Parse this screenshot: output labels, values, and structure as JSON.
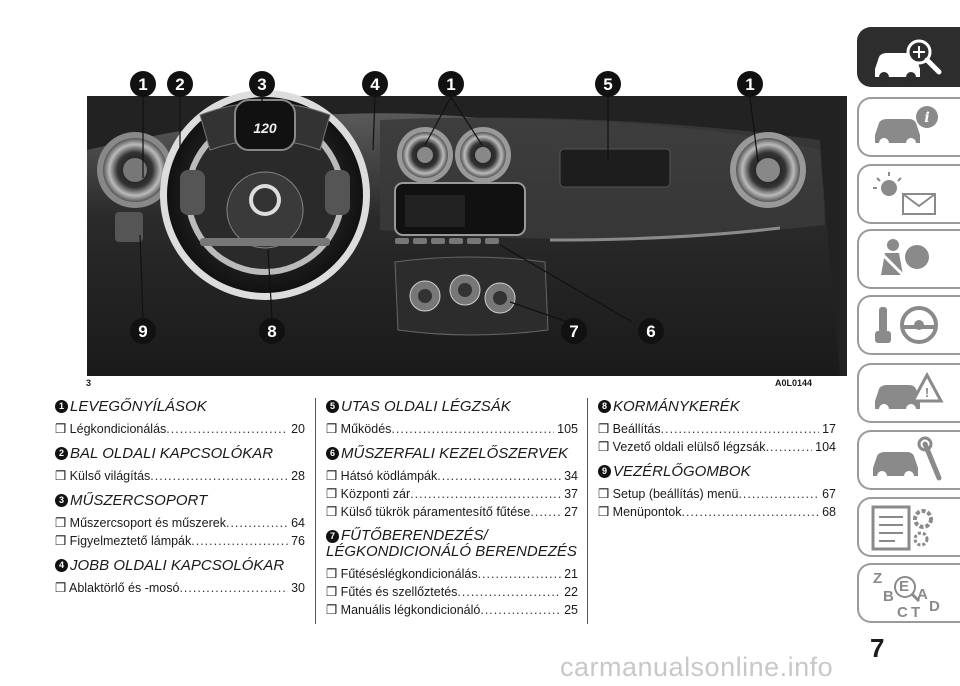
{
  "figure": {
    "number": "3",
    "code": "A0L0144",
    "callouts": [
      "1",
      "2",
      "3",
      "4",
      "1",
      "5",
      "1",
      "9",
      "8",
      "7",
      "6"
    ],
    "cluster_readout": "120"
  },
  "sections": [
    {
      "num": "1",
      "title": "LEVEGŐNYÍLÁSOK",
      "items": [
        {
          "label": "❒ Légkondicionálás",
          "page": "20"
        }
      ]
    },
    {
      "num": "2",
      "title": "BAL OLDALI KAPCSOLÓKAR",
      "items": [
        {
          "label": "❒ Külső világítás",
          "page": "28"
        }
      ]
    },
    {
      "num": "3",
      "title": "MŰSZERCSOPORT",
      "items": [
        {
          "label": "❒ Műszercsoport és műszerek",
          "page": "64"
        },
        {
          "label": "❒ Figyelmeztető lámpák",
          "page": "76"
        }
      ]
    },
    {
      "num": "4",
      "title": "JOBB OLDALI KAPCSOLÓKAR",
      "items": [
        {
          "label": "❒ Ablaktörlő és -mosó",
          "page": "30"
        }
      ]
    },
    {
      "num": "5",
      "title": "UTAS OLDALI LÉGZSÁK",
      "items": [
        {
          "label": "❒ Működés",
          "page": "105"
        }
      ]
    },
    {
      "num": "6",
      "title": "MŰSZERFALI KEZELŐSZERVEK",
      "items": [
        {
          "label": "❒ Hátsó ködlámpák",
          "page": "34"
        },
        {
          "label": "❒ Központi zár",
          "page": "37"
        },
        {
          "label": "❒ Külső tükrök páramentesítő fűtése",
          "page": "27"
        }
      ]
    },
    {
      "num": "7",
      "title_line1": "FŰTŐBERENDEZÉS/",
      "title_line2": "LÉGKONDICIONÁLÓ BERENDEZÉS",
      "items": [
        {
          "label": "❒ Fűtéséslégkondicionálás",
          "page": "21"
        },
        {
          "label": "❒ Fűtés és szellőztetés",
          "page": "22"
        },
        {
          "label": "❒ Manuális légkondicionáló",
          "page": "25"
        }
      ]
    },
    {
      "num": "8",
      "title": "KORMÁNYKERÉK",
      "items": [
        {
          "label": "❒ Beállítás",
          "page": "17"
        },
        {
          "label": "❒ Vezető oldali elülső légzsák",
          "page": "104"
        }
      ]
    },
    {
      "num": "9",
      "title": "VEZÉRLŐGOMBOK",
      "items": [
        {
          "label": "❒ Setup (beállítás) menü",
          "page": "67"
        },
        {
          "label": "❒ Menüpontok",
          "page": "68"
        }
      ]
    }
  ],
  "side_tabs": [
    {
      "icon": "car-search-icon",
      "active": true
    },
    {
      "icon": "car-info-icon",
      "active": false
    },
    {
      "icon": "warning-lights-envelope-icon",
      "active": false
    },
    {
      "icon": "seatbelt-airbag-icon",
      "active": false
    },
    {
      "icon": "key-steering-wheel-icon",
      "active": false
    },
    {
      "icon": "car-warning-triangle-icon",
      "active": false
    },
    {
      "icon": "car-wrench-icon",
      "active": false
    },
    {
      "icon": "spec-sheet-gear-icon",
      "active": false
    },
    {
      "icon": "alphabet-index-icon",
      "active": false
    }
  ],
  "index_letters": [
    "Z",
    "B",
    "C",
    "T",
    "A",
    "D",
    "E"
  ],
  "page_number": "7",
  "watermark": "carmanualsonline.info"
}
